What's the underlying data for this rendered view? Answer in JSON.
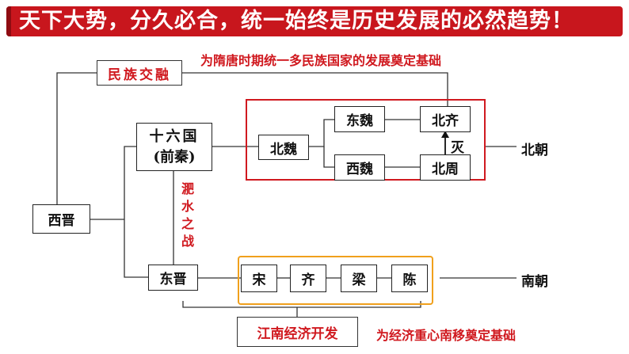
{
  "banner": {
    "title": "天下大势，分久必合，统一始终是历史发展的必然趋势！"
  },
  "nodes": {
    "xijin": "西晋",
    "minzu_jiaorong": "民族交融",
    "shiliuguo_1": "十六国",
    "shiliuguo_2": "(前秦)",
    "beiwei": "北魏",
    "dongwei": "东魏",
    "xiwei": "西魏",
    "beiqi": "北齐",
    "beizhou": "北周",
    "dongjin": "东晋",
    "song": "宋",
    "qi": "齐",
    "liang": "梁",
    "chen": "陈",
    "jiangnan": "江南经济开发"
  },
  "labels": {
    "feishui": "淝水之战",
    "mie": "灭",
    "beichao": "北朝",
    "nanchao": "南朝",
    "note_top": "为隋唐时期统一多民族国家的发展奠定基础",
    "note_bottom": "为经济重心南移奠定基础"
  },
  "colors": {
    "banner": "#c8161d",
    "red_frame": "#d0191f",
    "orange_frame": "#f0a01c",
    "red_text": "#d0191f"
  }
}
